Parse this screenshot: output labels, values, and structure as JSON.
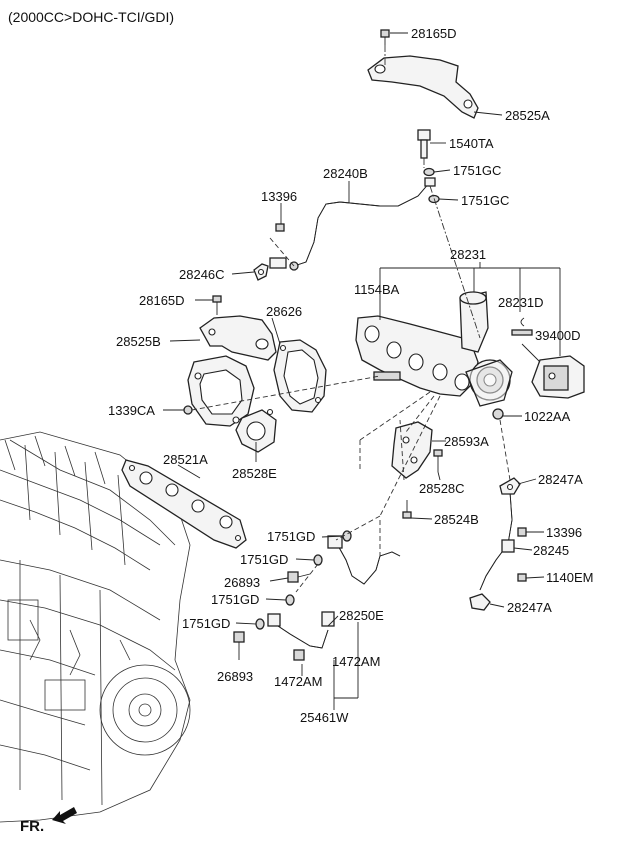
{
  "header": {
    "engine": "(2000CC>DOHC-TCI/GDI)"
  },
  "footer": {
    "direction": "FR."
  },
  "labels": {
    "p28165D_top": "28165D",
    "p28525A": "28525A",
    "p1540TA": "1540TA",
    "p1751GC_a": "1751GC",
    "p1751GC_b": "1751GC",
    "p28240B": "28240B",
    "p13396_a": "13396",
    "p28246C": "28246C",
    "p28231": "28231",
    "p1154BA": "1154BA",
    "p28231D": "28231D",
    "p39400D": "39400D",
    "p28165D_left": "28165D",
    "p28626": "28626",
    "p28525B": "28525B",
    "p1339CA": "1339CA",
    "p28528E": "28528E",
    "p1022AA": "1022AA",
    "p28593A": "28593A",
    "p28528C": "28528C",
    "p28521A": "28521A",
    "p28247A_a": "28247A",
    "p28524B": "28524B",
    "p13396_b": "13396",
    "p1751GD_a": "1751GD",
    "p28245": "28245",
    "p1751GD_b": "1751GD",
    "p26893_a": "26893",
    "p1140EM": "1140EM",
    "p1751GD_c": "1751GD",
    "p28250E": "28250E",
    "p28247A_b": "28247A",
    "p1751GD_d": "1751GD",
    "p1472AM_a": "1472AM",
    "p26893_b": "26893",
    "p1472AM_b": "1472AM",
    "p25461W": "25461W"
  }
}
